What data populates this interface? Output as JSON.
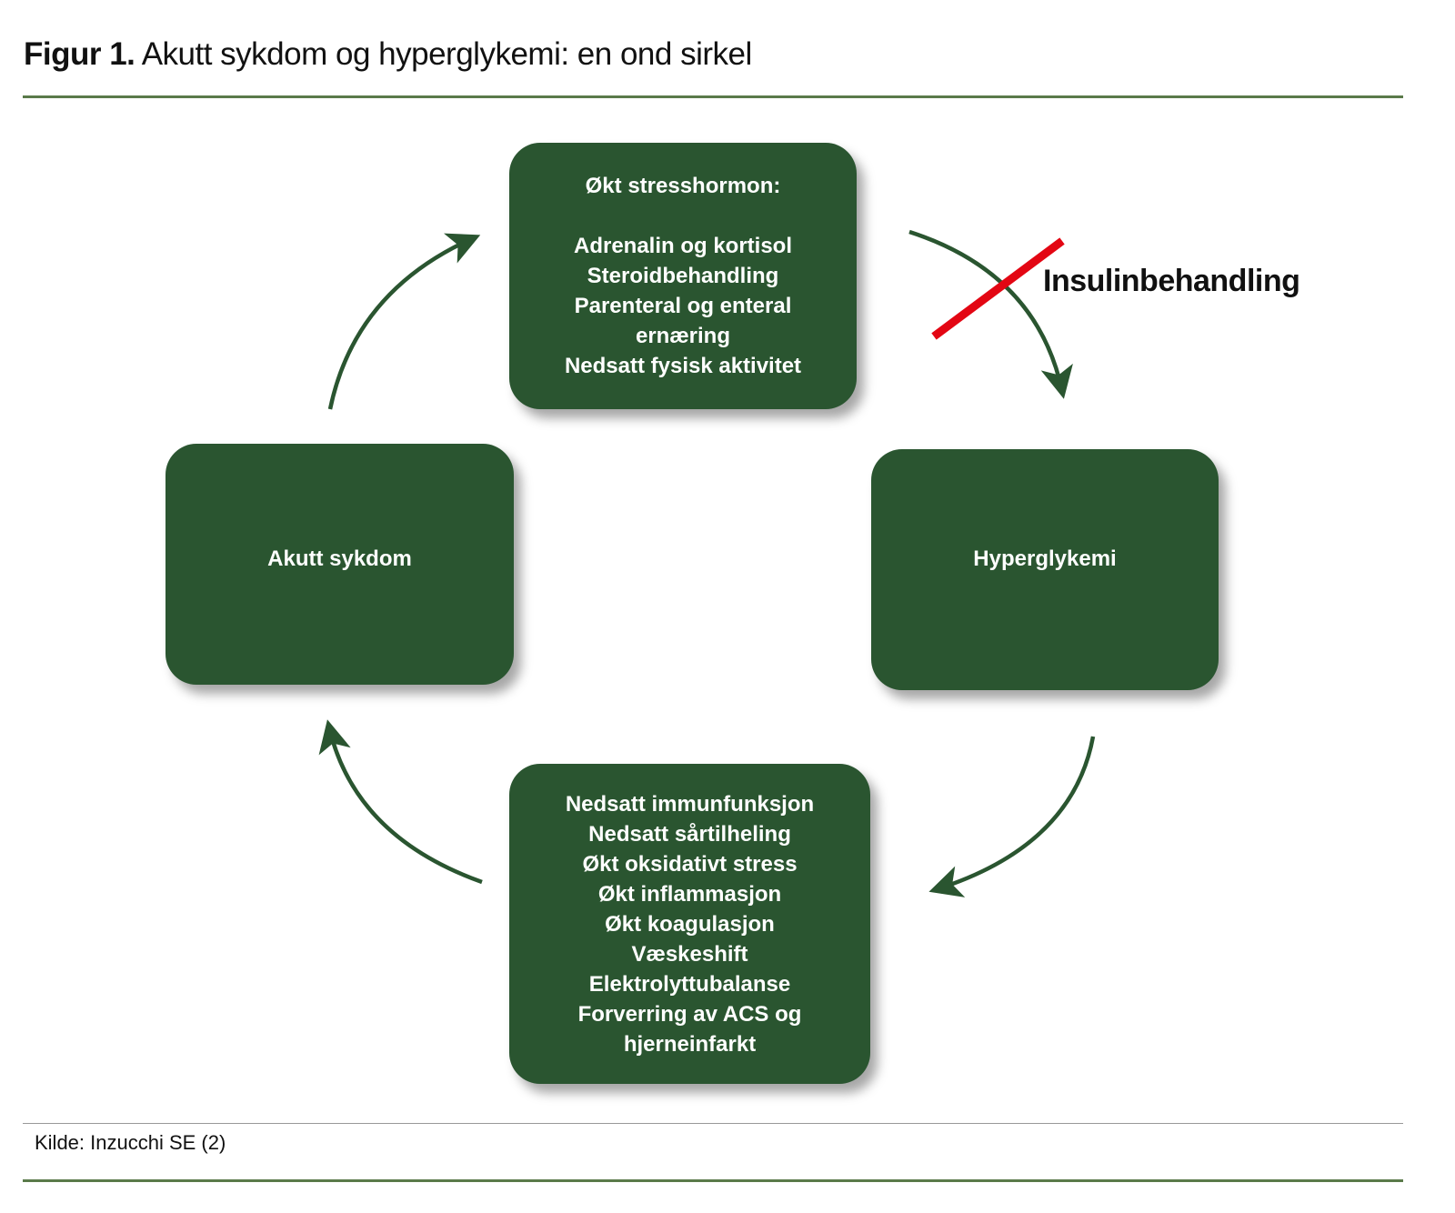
{
  "title": {
    "label": "Figur 1.",
    "text": "Akutt sykdom og hyperglykemi: en ond sirkel"
  },
  "boxes": {
    "top": {
      "heading": "Økt stresshormon:",
      "lines": [
        "Adrenalin og kortisol",
        "Steroidbehandling",
        "Parenteral og enteral",
        "ernæring",
        "Nedsatt fysisk aktivitet"
      ]
    },
    "left": {
      "label": "Akutt sykdom"
    },
    "right": {
      "label": "Hyperglykemi"
    },
    "bottom": {
      "lines": [
        "Nedsatt immunfunksjon",
        "Nedsatt sårtilheling",
        "Økt oksidativt stress",
        "Økt inflammasjon",
        "Økt koagulasjon",
        "Væskeshift",
        "Elektrolyttubalanse",
        "Forverring av ACS og",
        "hjerneinfarkt"
      ]
    }
  },
  "intervention": {
    "label": "Insulinbehandling"
  },
  "colors": {
    "box": "#2a5530",
    "arrow": "#2a5530",
    "cross": "#e30613",
    "rule": "#5a7a4a"
  },
  "source": "Kilde: Inzucchi SE (2)"
}
